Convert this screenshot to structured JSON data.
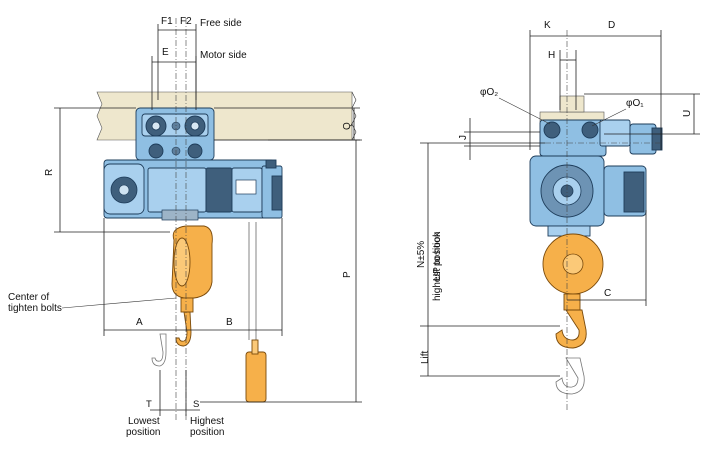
{
  "labels": {
    "f1": "F1",
    "f2": "F2",
    "free_side": "Free side",
    "e": "E",
    "motor_side": "Motor side",
    "r": "R",
    "q": "Q",
    "p": "P",
    "a": "A",
    "b": "B",
    "t": "T",
    "s": "S",
    "center_of_tighten_bolts_line1": "Center of",
    "center_of_tighten_bolts_line2": "tighten bolts",
    "lowest_position_line1": "Lowest",
    "lowest_position_line2": "position",
    "highest_position_line1": "Highest",
    "highest_position_line2": "position",
    "k": "K",
    "d": "D",
    "h": "H",
    "phi_o2": "φO₂",
    "phi_o1": "φO₁",
    "u": "U",
    "j": "J",
    "n": "N±5%",
    "up_to_hook_line1": "UP to hook",
    "up_to_hook_line2": "highest position",
    "c": "C",
    "lift": "Lift"
  },
  "colors": {
    "body_blue": "#8fbfe3",
    "hook_orange": "#f6b04a",
    "beam": "#eee7cd"
  }
}
